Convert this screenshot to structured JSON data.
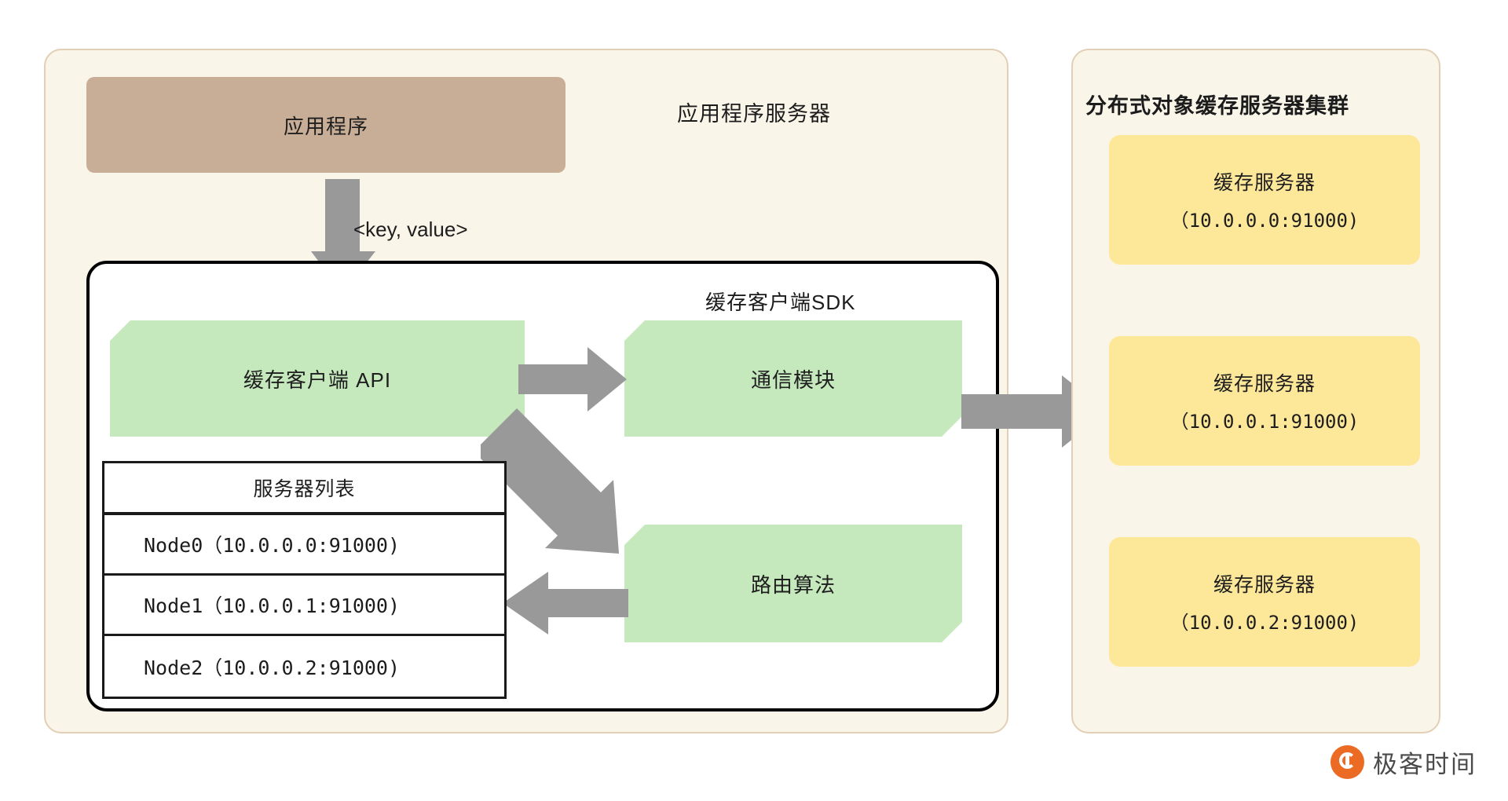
{
  "diagram": {
    "app_server_panel": {
      "title": "应用程序服务器",
      "application_box": {
        "label": "应用程序"
      },
      "key_value_label": "<key, value>",
      "sdk": {
        "title": "缓存客户端SDK",
        "cache_client_api": {
          "label": "缓存客户端 API"
        },
        "comm_module": {
          "label": "通信模块"
        },
        "routing_algorithm": {
          "label": "路由算法"
        },
        "server_list": {
          "header": "服务器列表",
          "rows": [
            "Node0（10.0.0.0:91000)",
            "Node1（10.0.0.1:91000)",
            "Node2（10.0.0.2:91000)"
          ]
        }
      }
    },
    "cache_cluster_panel": {
      "title": "分布式对象缓存服务器集群",
      "servers": [
        {
          "name": "缓存服务器",
          "address": "（10.0.0.0:91000)"
        },
        {
          "name": "缓存服务器",
          "address": "（10.0.0.1:91000)"
        },
        {
          "name": "缓存服务器",
          "address": "（10.0.0.2:91000)"
        }
      ]
    },
    "watermark": {
      "text": "极客时间"
    },
    "colors": {
      "panel_background": "#faf5e9",
      "panel_border": "#e3cfb6",
      "application_box": "#c9ae97",
      "green_box": "#c5e8bd",
      "cache_server_box": "#fde89a",
      "arrow": "#999999",
      "outline": "#1a1a1a",
      "brand_orange": "#ec6b24"
    }
  }
}
